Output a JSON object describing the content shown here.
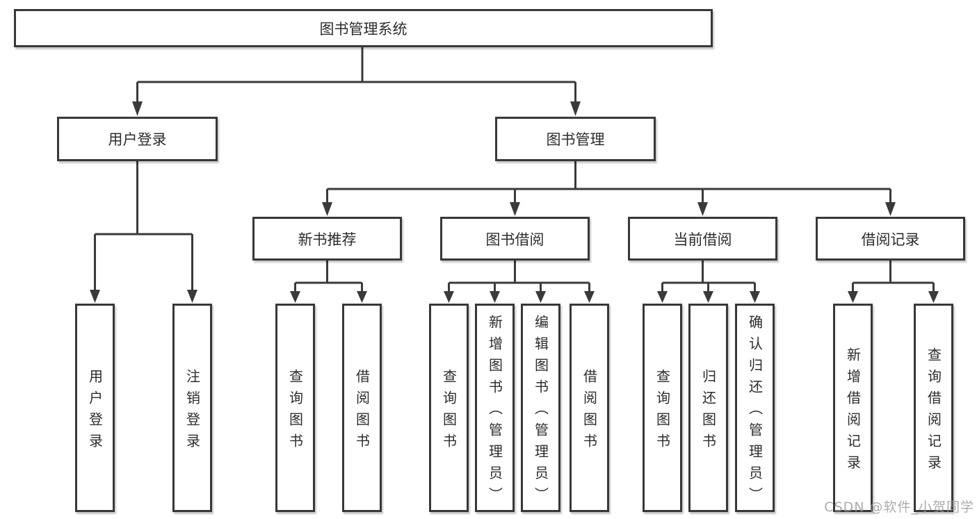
{
  "diagram": {
    "type": "hierarchy-tree",
    "watermark": "CSDN @软件_小贺同学",
    "colors": {
      "line": "#3a3a3a",
      "box_border": "#383838",
      "text": "#2c2c2c",
      "background": "#ffffff",
      "watermark": "#9e9e9e"
    },
    "tree": {
      "label": "图书管理系统",
      "children": [
        {
          "label": "用户登录",
          "children": [
            {
              "label": "用户登录"
            },
            {
              "label": "注销登录"
            }
          ]
        },
        {
          "label": "图书管理",
          "children": [
            {
              "label": "新书推荐",
              "children": [
                {
                  "label": "查询图书"
                },
                {
                  "label": "借阅图书"
                }
              ]
            },
            {
              "label": "图书借阅",
              "children": [
                {
                  "label": "查询图书"
                },
                {
                  "label": "新增图书（管理员）"
                },
                {
                  "label": "编辑图书（管理员）"
                },
                {
                  "label": "借阅图书"
                }
              ]
            },
            {
              "label": "当前借阅",
              "children": [
                {
                  "label": "查询图书"
                },
                {
                  "label": "归还图书"
                },
                {
                  "label": "确认归还（管理员）"
                }
              ]
            },
            {
              "label": "借阅记录",
              "children": [
                {
                  "label": "新增借阅记录"
                },
                {
                  "label": "查询借阅记录"
                }
              ]
            }
          ]
        }
      ]
    }
  }
}
